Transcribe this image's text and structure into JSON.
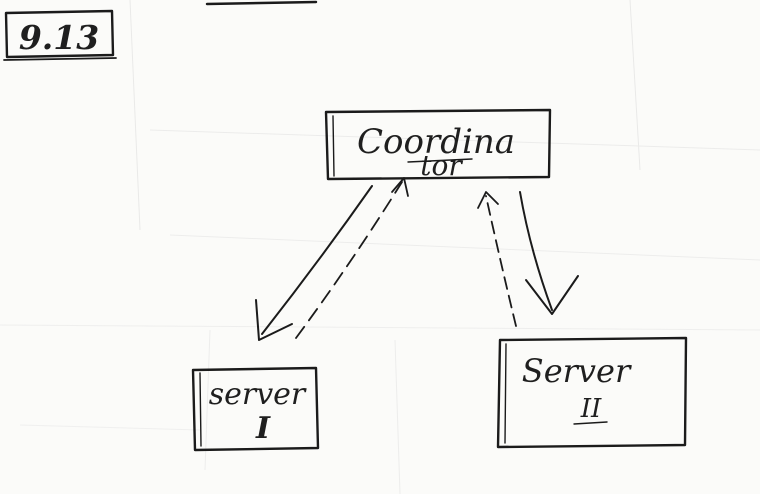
{
  "figure": {
    "label": "9.13"
  },
  "nodes": {
    "coordinator": {
      "line1": "Coordina",
      "line2": "tor"
    },
    "server1": {
      "label": "server",
      "numeral": "I"
    },
    "server2": {
      "label": "Server",
      "numeral": "II"
    }
  }
}
